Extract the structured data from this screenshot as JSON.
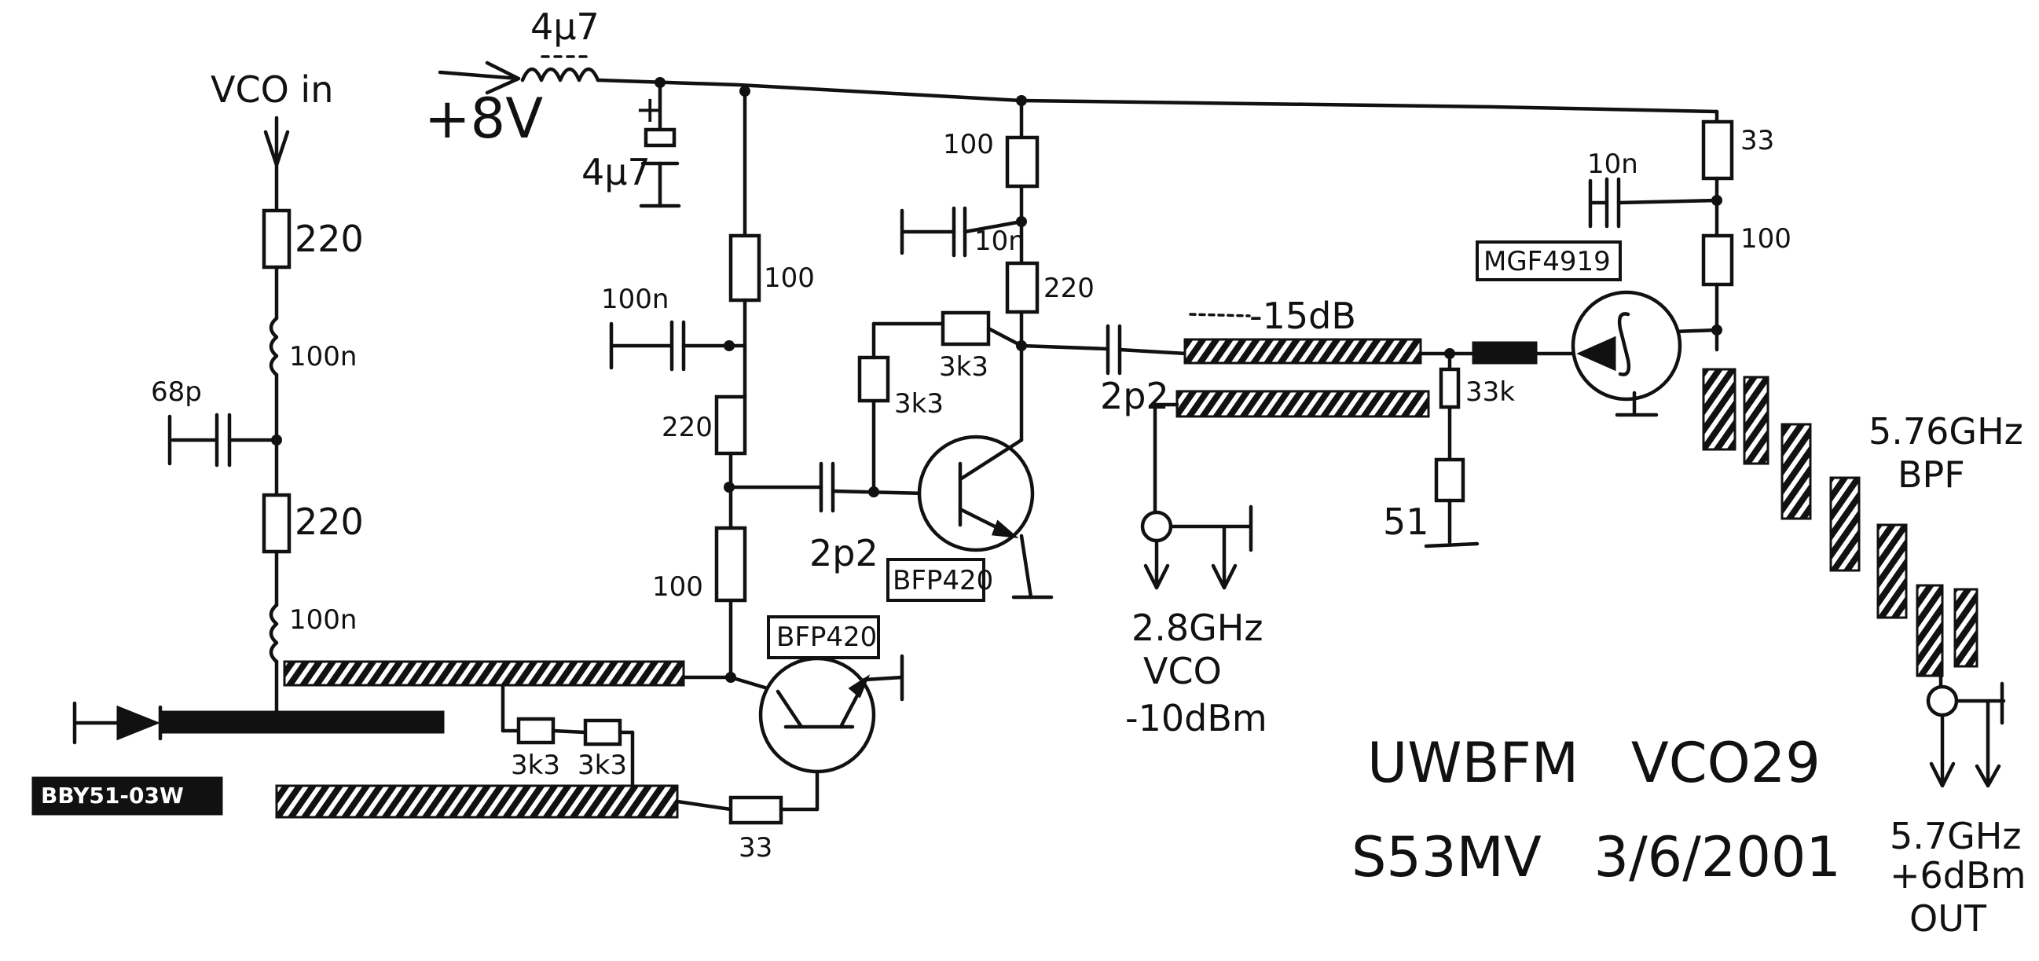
{
  "labels": {
    "vco_in": "VCO in",
    "plus_8v": "+8V",
    "choke_4u7": "4µ7",
    "cap_4u7": "4µ7",
    "r_220_top": "220",
    "l_100n_top": "100n",
    "c_68p": "68p",
    "r_220_mid": "220",
    "l_100n_bot": "100n",
    "diode_part": "BBY51-03W",
    "c_100n_a": "100n",
    "r_100_a": "100",
    "r_220_b": "220",
    "r_100_b": "100",
    "c_2p2_a": "2p2",
    "r_3k3_a": "3k3",
    "r_3k3_b": "3k3",
    "q1_part": "BFP420",
    "r_100_c": "100",
    "c_10n_a": "10n",
    "r_220_c": "220",
    "q2_part": "BFP420",
    "r_3k3_c": "3k3",
    "r_3k3_d": "3k3",
    "r_33_a": "33",
    "c_2p2_b": "2p2",
    "coupler": "-15dB",
    "r_33k": "33k",
    "r_51": "51",
    "out_28": "2.8GHz",
    "out_28_vco": "VCO",
    "out_28_lvl": "-10dBm",
    "c_10n_b": "10n",
    "mmic_part": "MGF4919",
    "r_33_b": "33",
    "r_100_d": "100",
    "bpf_freq": "5.76GHz",
    "bpf_label": "BPF",
    "out_57": "5.7GHz",
    "out_57_lvl": "+6dBm",
    "out_57_out": "OUT",
    "title": "UWBFM   VCO29",
    "author_date": "S53MV   3/6/2001"
  }
}
